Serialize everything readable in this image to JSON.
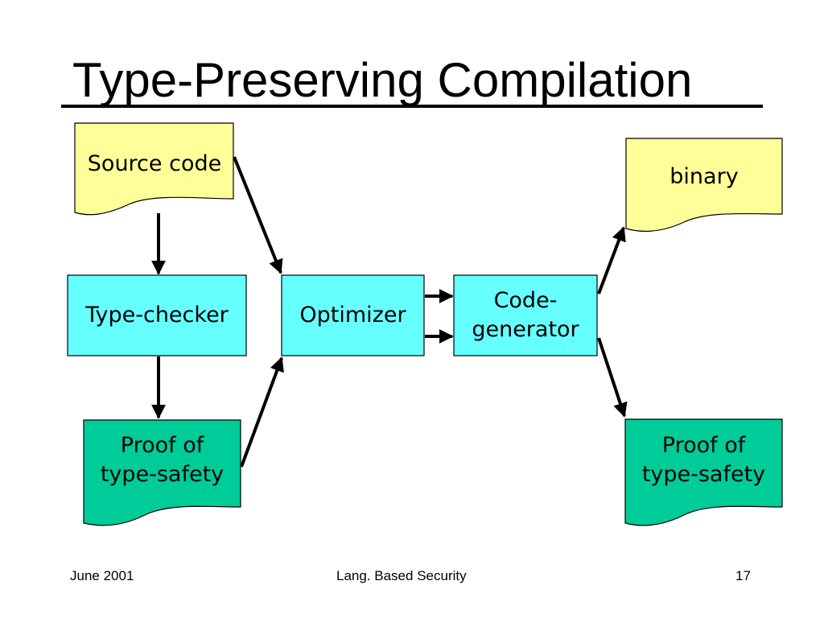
{
  "slide": {
    "title": "Type-Preserving Compilation",
    "footer": {
      "date": "June 2001",
      "center": "Lang. Based Security",
      "page": "17"
    }
  },
  "colors": {
    "source_doc": "#ffff99",
    "process_box": "#66ffff",
    "proof_doc": "#00cc99",
    "binary_doc": "#ffff99",
    "arrow": "#000000"
  },
  "diagram": {
    "nodes": {
      "source_code": "Source code",
      "type_checker": "Type-checker",
      "proof_left": [
        "Proof of",
        "type-safety"
      ],
      "optimizer": "Optimizer",
      "code_generator": [
        "Code-",
        "generator"
      ],
      "binary": "binary",
      "proof_right": [
        "Proof of",
        "type-safety"
      ]
    },
    "edges": [
      [
        "source_code",
        "type_checker"
      ],
      [
        "type_checker",
        "proof_left"
      ],
      [
        "source_code",
        "optimizer"
      ],
      [
        "proof_left",
        "optimizer"
      ],
      [
        "optimizer",
        "code_generator"
      ],
      [
        "optimizer",
        "code_generator"
      ],
      [
        "code_generator",
        "binary"
      ],
      [
        "code_generator",
        "proof_right"
      ]
    ]
  }
}
